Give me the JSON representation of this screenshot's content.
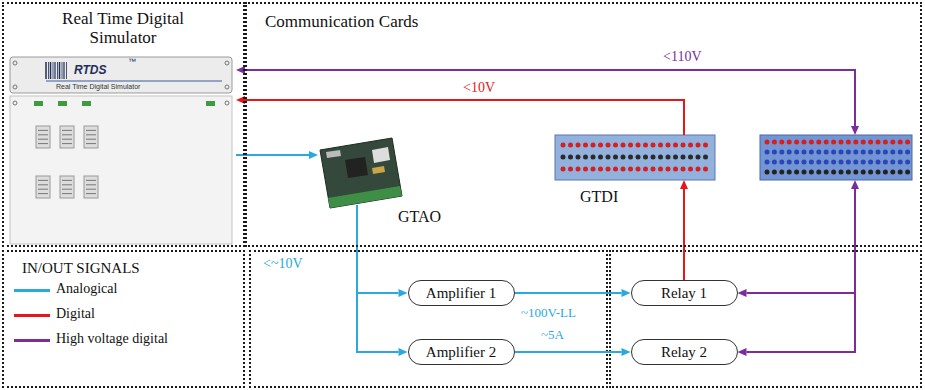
{
  "diagram": {
    "nodes": [
      {
        "text": [
          "Real Time Digital Simulator"
        ]
      },
      {
        "text": [
          "RTDS",
          "™",
          "Real Time Digital Simulator"
        ],
        "in": 0
      },
      {
        "text": [
          "Communication Cards"
        ]
      },
      {
        "text": [
          "GTAO"
        ],
        "in": 2
      },
      {
        "text": [
          "GTDI"
        ],
        "in": 2
      },
      {
        "text": [
          "Amplifier 1"
        ]
      },
      {
        "text": [
          "Amplifier 2"
        ]
      },
      {
        "text": [
          "Relay 1"
        ]
      },
      {
        "text": [
          "Relay 2"
        ]
      }
    ],
    "edges": [
      {
        "from": 1,
        "to": 3,
        "arrow": "to"
      },
      {
        "from": 4,
        "to": 1,
        "label": "<10V",
        "arrow": "to"
      },
      {
        "from": 3,
        "to": 5,
        "label": "<~10V",
        "arrow": "to"
      },
      {
        "from": 3,
        "to": 6,
        "arrow": "to"
      },
      {
        "from": 5,
        "to": 7,
        "arrow": "to"
      },
      {
        "from": 6,
        "to": 8,
        "arrow": "to"
      },
      {
        "from": 7,
        "to": 4,
        "arrow": "to"
      }
    ],
    "labels": [
      "<110V",
      "IN/OUT SIGNALS",
      "~100V-LL",
      "~5A"
    ],
    "legend": [
      {
        "text": "Analogical",
        "color": "#29a9e0"
      },
      {
        "text": "Digital",
        "color": "#e8161b"
      },
      {
        "text": "High voltage digital",
        "color": "#7b2d9b"
      }
    ]
  }
}
